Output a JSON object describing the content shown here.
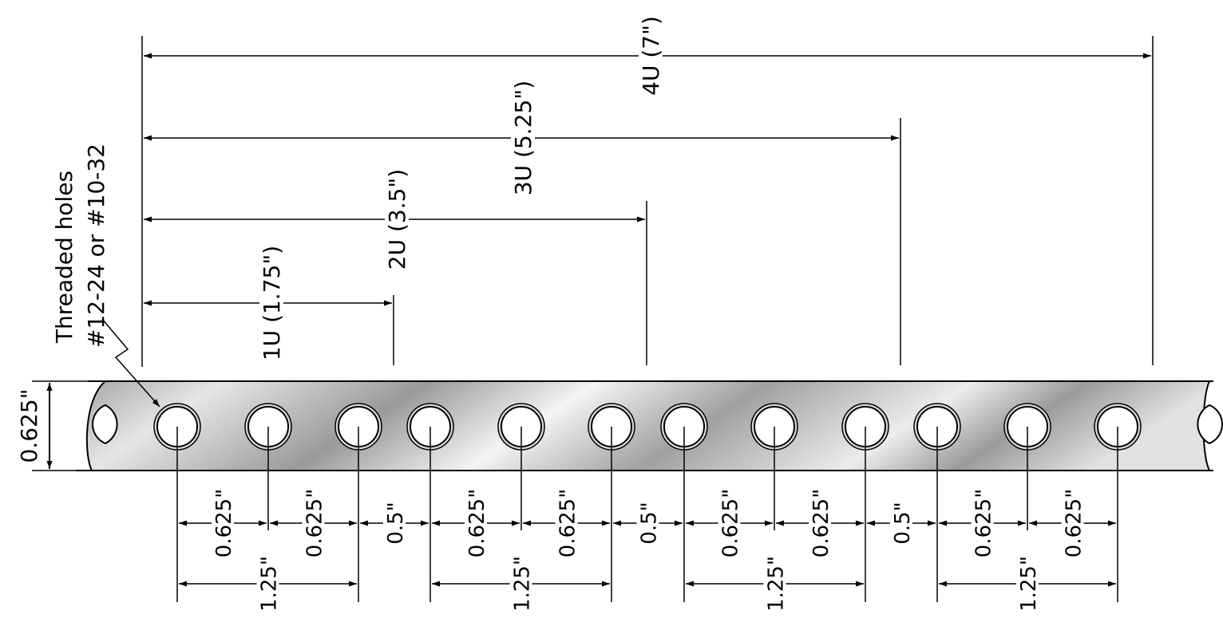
{
  "diagram": {
    "title_note": [
      "Threaded holes",
      "#12-24 or #10-32"
    ],
    "rail_height_label": "0.625\"",
    "unit_dimensions": [
      {
        "label": "1U (1.75\")"
      },
      {
        "label": "2U (3.5\")"
      },
      {
        "label": "3U (5.25\")"
      },
      {
        "label": "4U (7\")"
      }
    ],
    "hole_spacing_labels": [
      "0.625\"",
      "0.625\"",
      "0.5\"",
      "0.625\"",
      "0.625\"",
      "0.5\"",
      "0.625\"",
      "0.625\"",
      "0.5\"",
      "0.625\"",
      "0.625\""
    ],
    "unit_span_labels": [
      "1.25\"",
      "1.25\"",
      "1.25\"",
      "1.25\""
    ],
    "colors": {
      "line": "#000000",
      "rail_light": "#f2f2f2",
      "rail_dark": "#8f8f8f",
      "background": "#ffffff"
    }
  }
}
